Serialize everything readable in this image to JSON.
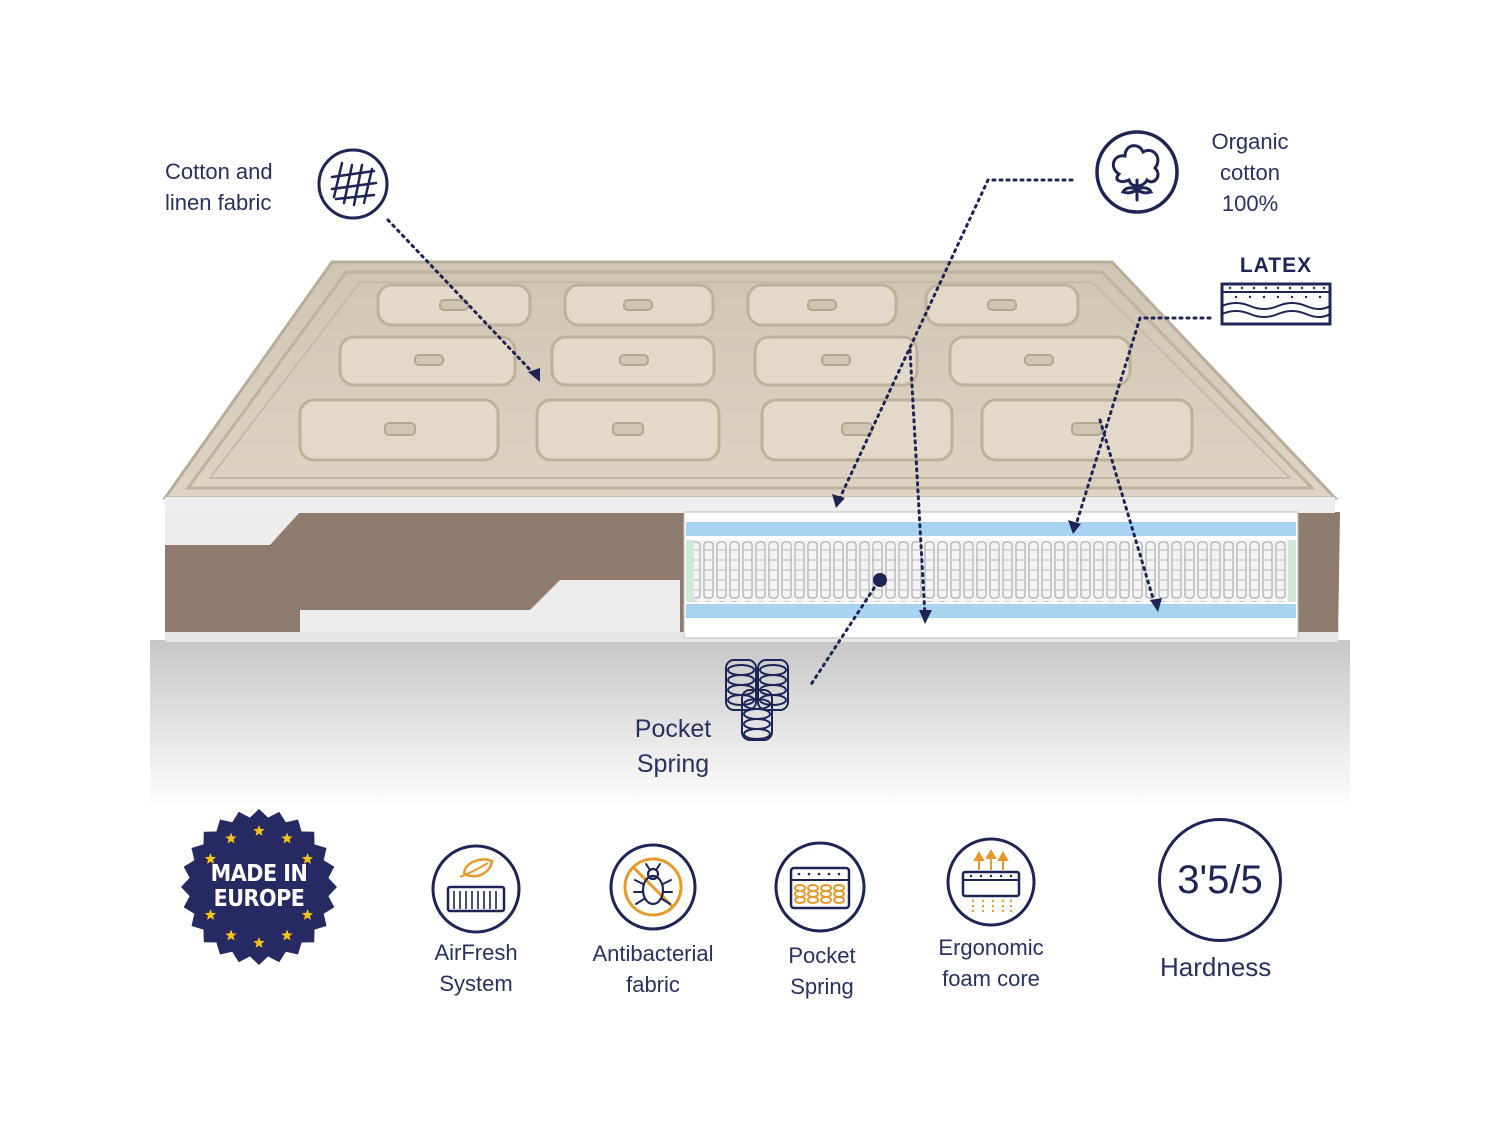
{
  "callouts": {
    "cotton_linen": [
      "Cotton and",
      "linen fabric"
    ],
    "organic_cotton": [
      "Organic",
      "cotton",
      "100%"
    ],
    "latex": "LATEX",
    "pocket_spring": [
      "Pocket",
      "Spring"
    ]
  },
  "badge": {
    "line1": "MADE IN",
    "line2": "EUROPE"
  },
  "features": [
    {
      "icon": "airfresh-icon",
      "lines": [
        "AirFresh",
        "System"
      ]
    },
    {
      "icon": "antibacterial-icon",
      "lines": [
        "Antibacterial",
        "fabric"
      ]
    },
    {
      "icon": "pocket-spring-icon",
      "lines": [
        "Pocket",
        "Spring"
      ]
    },
    {
      "icon": "foam-core-icon",
      "lines": [
        "Ergonomic",
        "foam core"
      ]
    }
  ],
  "hardness": {
    "value": "3'5/5",
    "label": "Hardness"
  },
  "colors": {
    "navy": "#1e2456",
    "fabric": "#d8cfbf",
    "side": "#8e7b6d",
    "foam_blue": "#a8d4f2",
    "star_yellow": "#f3c21a",
    "accent_orange": "#e69a2a"
  }
}
